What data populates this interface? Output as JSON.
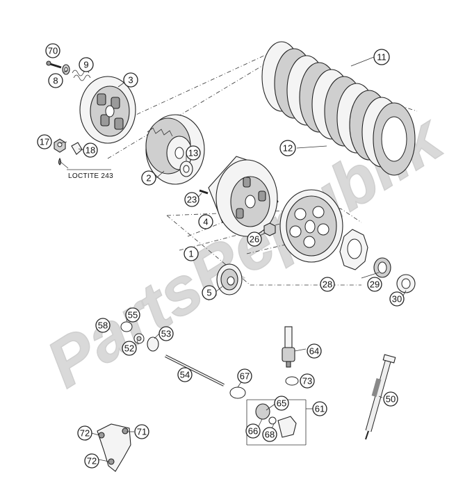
{
  "watermark": "PartsRepublik",
  "note": "LOCTITE 243",
  "callouts": [
    "70",
    "8",
    "9",
    "3",
    "11",
    "17",
    "18",
    "2",
    "13",
    "12",
    "23",
    "4",
    "1",
    "26",
    "5",
    "28",
    "29",
    "30",
    "58",
    "55",
    "53",
    "52",
    "64",
    "54",
    "67",
    "73",
    "65",
    "61",
    "50",
    "66",
    "68",
    "72",
    "71",
    "72"
  ]
}
